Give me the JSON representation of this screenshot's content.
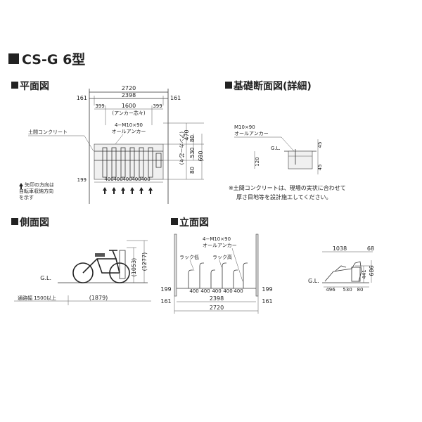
{
  "title": "CS-G 6型",
  "plan": {
    "heading": "平面図",
    "dim_2720": "2720",
    "dim_161_left": "161",
    "dim_2398": "2398",
    "dim_161_right": "161",
    "dim_399_left": "399",
    "dim_1600": "1600",
    "dim_399_right": "399",
    "anchor_center": "(アンカー芯々)",
    "anchor_spec_1": "4−M10×90",
    "anchor_spec_2": "オールアンカー",
    "doma_label": "土間コンクリート",
    "dim_199": "199",
    "pitches": [
      "400",
      "400",
      "400",
      "400",
      "400"
    ],
    "right_anchor_label": "(アンカー芯々)",
    "dim_470": "470",
    "dim_80_top": "80",
    "dim_530": "530",
    "dim_690": "690",
    "dim_80_bottom": "80",
    "arrow_note_1": "矢印の方向は",
    "arrow_note_2": "自転車収納方向",
    "arrow_note_3": "を示す"
  },
  "foundation": {
    "heading": "基礎断面図(詳細)",
    "anchor_1": "M10×90",
    "anchor_2": "オールアンカー",
    "gl": "G.L.",
    "dim_45_top": "45",
    "dim_120": "120",
    "dim_45_bottom": "45",
    "note_1": "※土間コンクリートは、現場の実状に合わせて",
    "note_2": "厚さ目地等を設計施工してください。"
  },
  "side": {
    "heading": "側面図",
    "gl": "G.L.",
    "dim_1053": "(1053)",
    "dim_1277": "(1277)",
    "aisle": "通路幅 1500以上",
    "dim_1879": "(1879)"
  },
  "elevation": {
    "heading": "立面図",
    "anchor_1": "4−M10×90",
    "anchor_2": "オールアンカー",
    "rack_low": "ラック低",
    "rack_high": "ラック高",
    "dim_199_left": "199",
    "dim_199_right": "199",
    "pitches": [
      "400",
      "400",
      "400",
      "400",
      "400"
    ],
    "dim_161_left": "161",
    "dim_2398": "2398",
    "dim_161_right": "161",
    "dim_2720": "2720"
  },
  "rack_side": {
    "gl": "G.L.",
    "dim_1038": "1038",
    "dim_68": "68",
    "dim_441": "441",
    "dim_686": "686",
    "dim_496": "496",
    "dim_530": "530",
    "dim_80": "80"
  }
}
